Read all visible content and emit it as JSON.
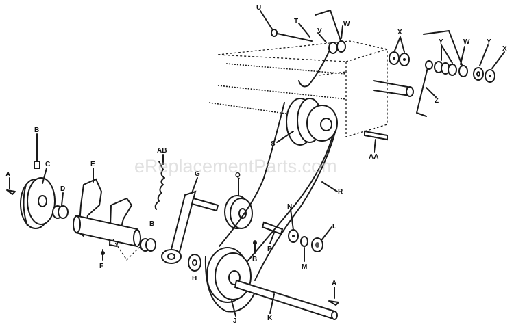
{
  "watermark": "eReplacementParts.com",
  "labels": {
    "A_left": "A",
    "B_top": "B",
    "C": "C",
    "D": "D",
    "E": "E",
    "F": "F",
    "AB": "AB",
    "B_mid": "B",
    "G": "G",
    "H": "H",
    "Q": "Q",
    "S": "S",
    "R": "R",
    "N": "N",
    "L": "L",
    "P": "P",
    "B_low": "B",
    "M": "M",
    "A_right": "A",
    "J": "J",
    "K": "K",
    "AA": "AA",
    "Z": "Z",
    "U": "U",
    "T": "T",
    "V": "V",
    "W_top": "W",
    "X_mid": "X",
    "Y_left": "Y",
    "W_right": "W",
    "Y_right": "Y",
    "X_right": "X"
  }
}
